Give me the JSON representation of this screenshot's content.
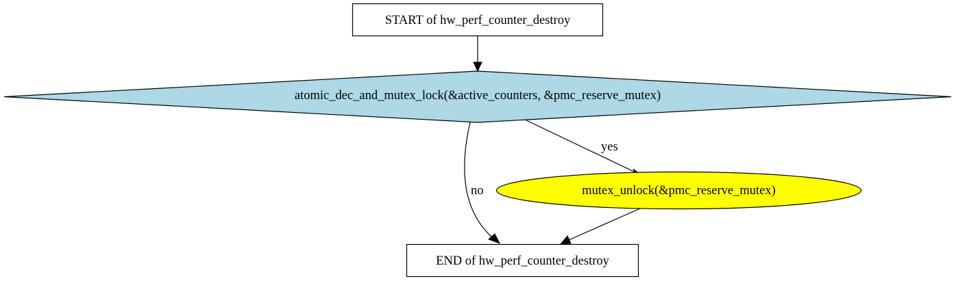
{
  "nodes": {
    "start": {
      "label": "START of hw_perf_counter_destroy",
      "shape": "box",
      "fill": "#ffffff"
    },
    "decision": {
      "label": "atomic_dec_and_mutex_lock(&active_counters, &pmc_reserve_mutex)",
      "shape": "diamond",
      "fill": "#add8e6"
    },
    "unlock": {
      "label": "mutex_unlock(&pmc_reserve_mutex)",
      "shape": "ellipse",
      "fill": "#ffff00"
    },
    "end": {
      "label": "END of hw_perf_counter_destroy",
      "shape": "box",
      "fill": "#ffffff"
    }
  },
  "edges": {
    "start_to_decision": {
      "from": "start",
      "to": "decision",
      "label": ""
    },
    "decision_yes": {
      "from": "decision",
      "to": "unlock",
      "label": "yes"
    },
    "decision_no": {
      "from": "decision",
      "to": "end",
      "label": "no"
    },
    "unlock_to_end": {
      "from": "unlock",
      "to": "end",
      "label": ""
    }
  }
}
